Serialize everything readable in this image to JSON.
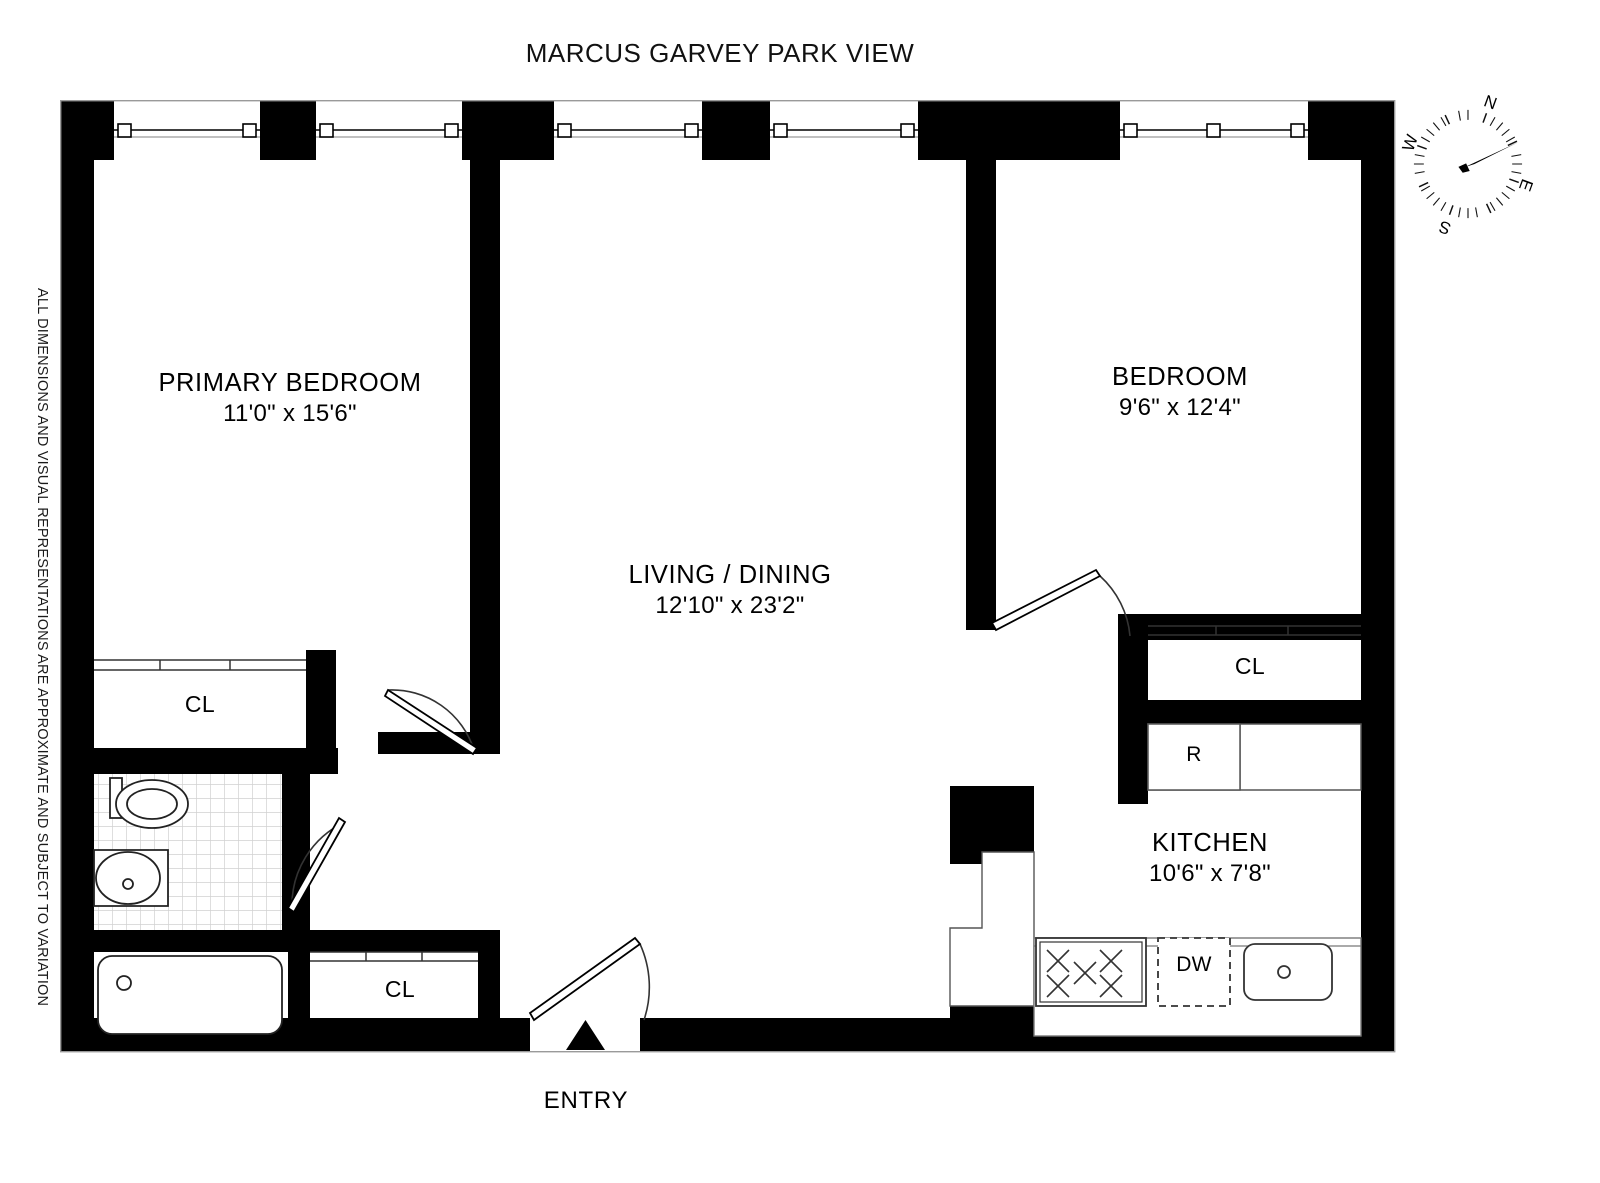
{
  "title": "MARCUS GARVEY PARK VIEW",
  "disclaimer": "ALL DIMENSIONS AND VISUAL REPRESENTATIONS ARE APPROXIMATE AND SUBJECT TO VARIATION",
  "colors": {
    "wall": "#000000",
    "background": "#ffffff",
    "fixture_line": "#222222",
    "tile_grid": "#cccccc"
  },
  "rooms": [
    {
      "id": "primary_bedroom",
      "name": "PRIMARY BEDROOM",
      "dimensions": "11'0\" x 15'6\""
    },
    {
      "id": "living_dining",
      "name": "LIVING / DINING",
      "dimensions": "12'10\" x 23'2\""
    },
    {
      "id": "bedroom",
      "name": "BEDROOM",
      "dimensions": "9'6\" x 12'4\""
    },
    {
      "id": "kitchen",
      "name": "KITCHEN",
      "dimensions": "10'6\" x 7'8\""
    }
  ],
  "closets": {
    "primary_upper": "CL",
    "hall_lower": "CL",
    "bedroom_right": "CL"
  },
  "appliances": {
    "refrigerator": "R",
    "dishwasher": "DW"
  },
  "entry": {
    "label": "ENTRY"
  },
  "compass": {
    "north": "N",
    "east": "E",
    "south": "S",
    "west": "W"
  }
}
